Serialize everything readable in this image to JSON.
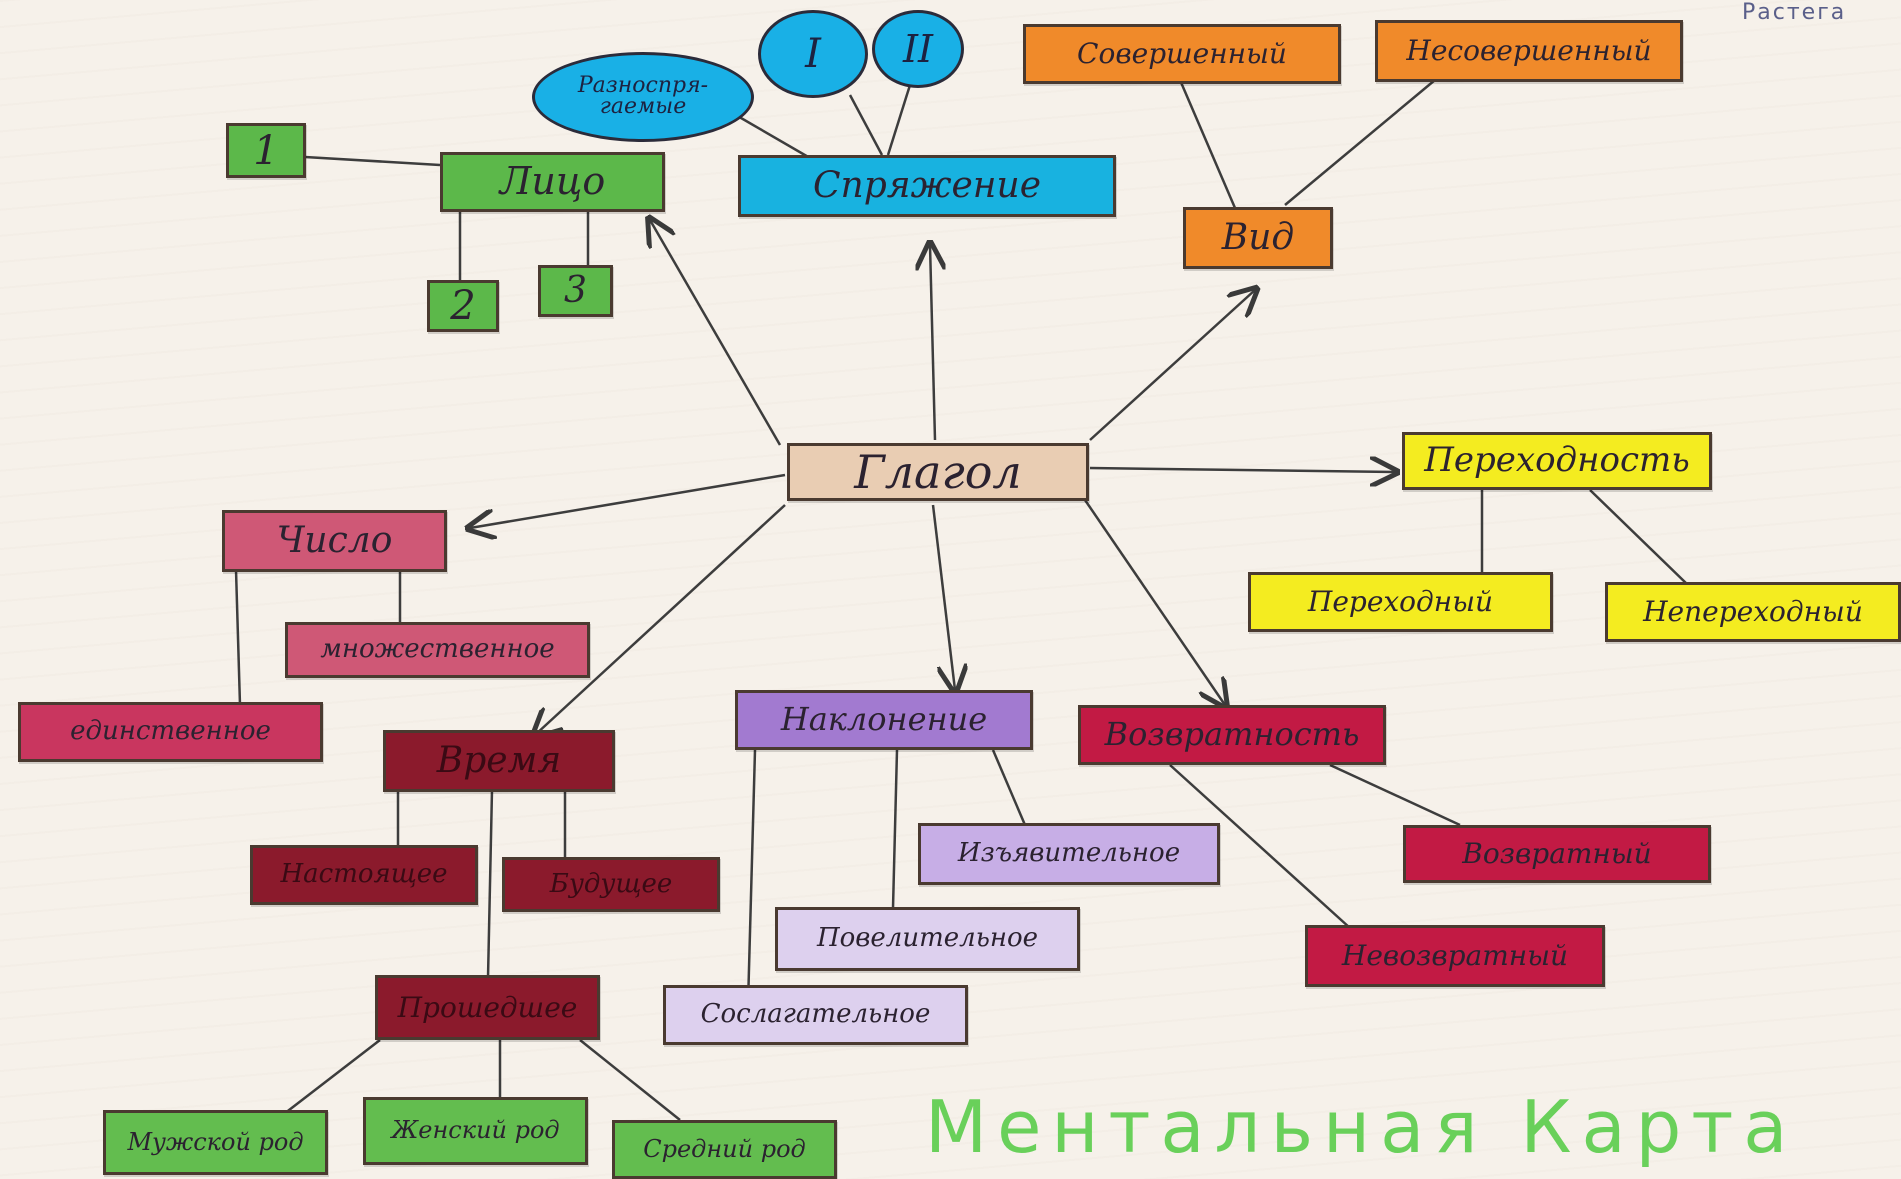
{
  "corner_note": "Растега",
  "title": "Ментальная Карта",
  "center": "Глагол",
  "lico": {
    "label": "Лицо",
    "p1": "1",
    "p2": "2",
    "p3": "3"
  },
  "spryazhenie": {
    "label": "Спряжение",
    "raznospr": "Разноспря-гаемые",
    "roman1": "I",
    "roman2": "II"
  },
  "vid": {
    "label": "Вид",
    "sovershenny": "Совершенный",
    "nesovershenny": "Несовершенный"
  },
  "perehodnost": {
    "label": "Переходность",
    "perehodny": "Переходный",
    "neperehodny": "Непереходный"
  },
  "chislo": {
    "label": "Число",
    "mnozhestvennoe": "множественное",
    "edinstvennoe": "единственное"
  },
  "vremya": {
    "label": "Время",
    "nastoyashchee": "Настоящее",
    "budushchee": "Будущее",
    "proshedshee": "Прошедшее"
  },
  "rod": {
    "muzhskoy": "Мужской род",
    "zhenskiy": "Женский род",
    "sredniy": "Средний род"
  },
  "naklonenie": {
    "label": "Наклонение",
    "izyavitelnoe": "Изъявительное",
    "povelitelnoe": "Повелительное",
    "uslovnoe": "Сослагательное"
  },
  "vozvratnost": {
    "label": "Возвратность",
    "vozvratny": "Возвратный",
    "nevozvratny": "Невозвратный"
  }
}
